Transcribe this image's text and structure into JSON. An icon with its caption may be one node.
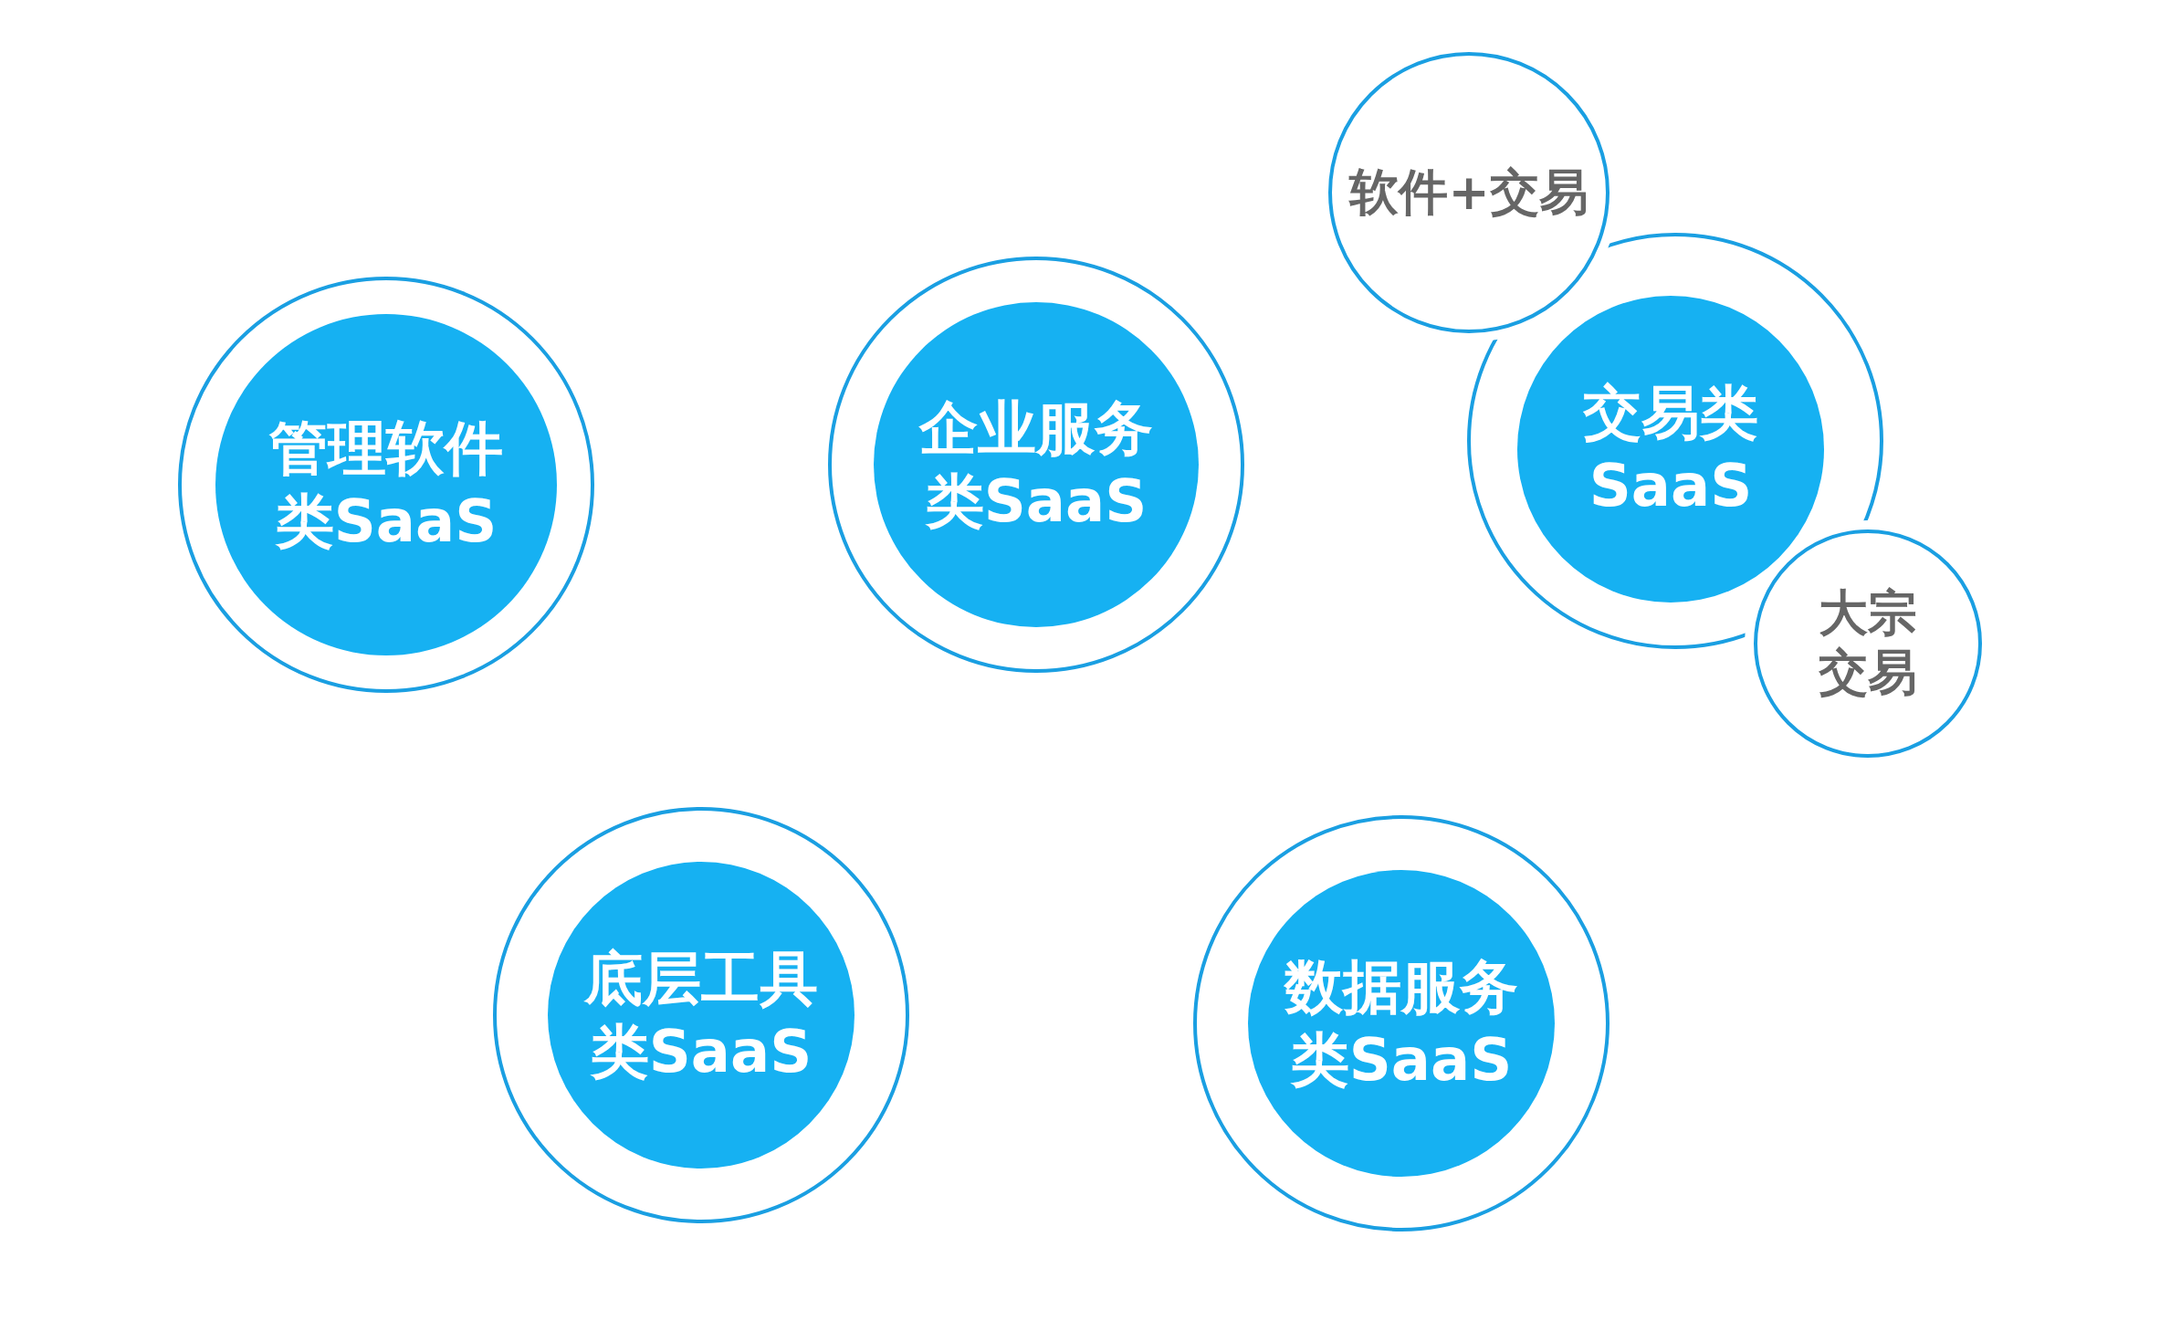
{
  "diagram": {
    "nodes": [
      {
        "text": [
          "管理软件类SaaS"
        ]
      },
      {
        "text": [
          "企业服务类SaaS"
        ]
      },
      {
        "text": [
          "软件+交易"
        ]
      },
      {
        "text": [
          "交易类SaaS"
        ]
      },
      {
        "text": [
          "大宗交易"
        ]
      },
      {
        "text": [
          "底层工具类SaaS"
        ]
      },
      {
        "text": [
          "数据服务类SaaS"
        ]
      }
    ],
    "edges": []
  }
}
